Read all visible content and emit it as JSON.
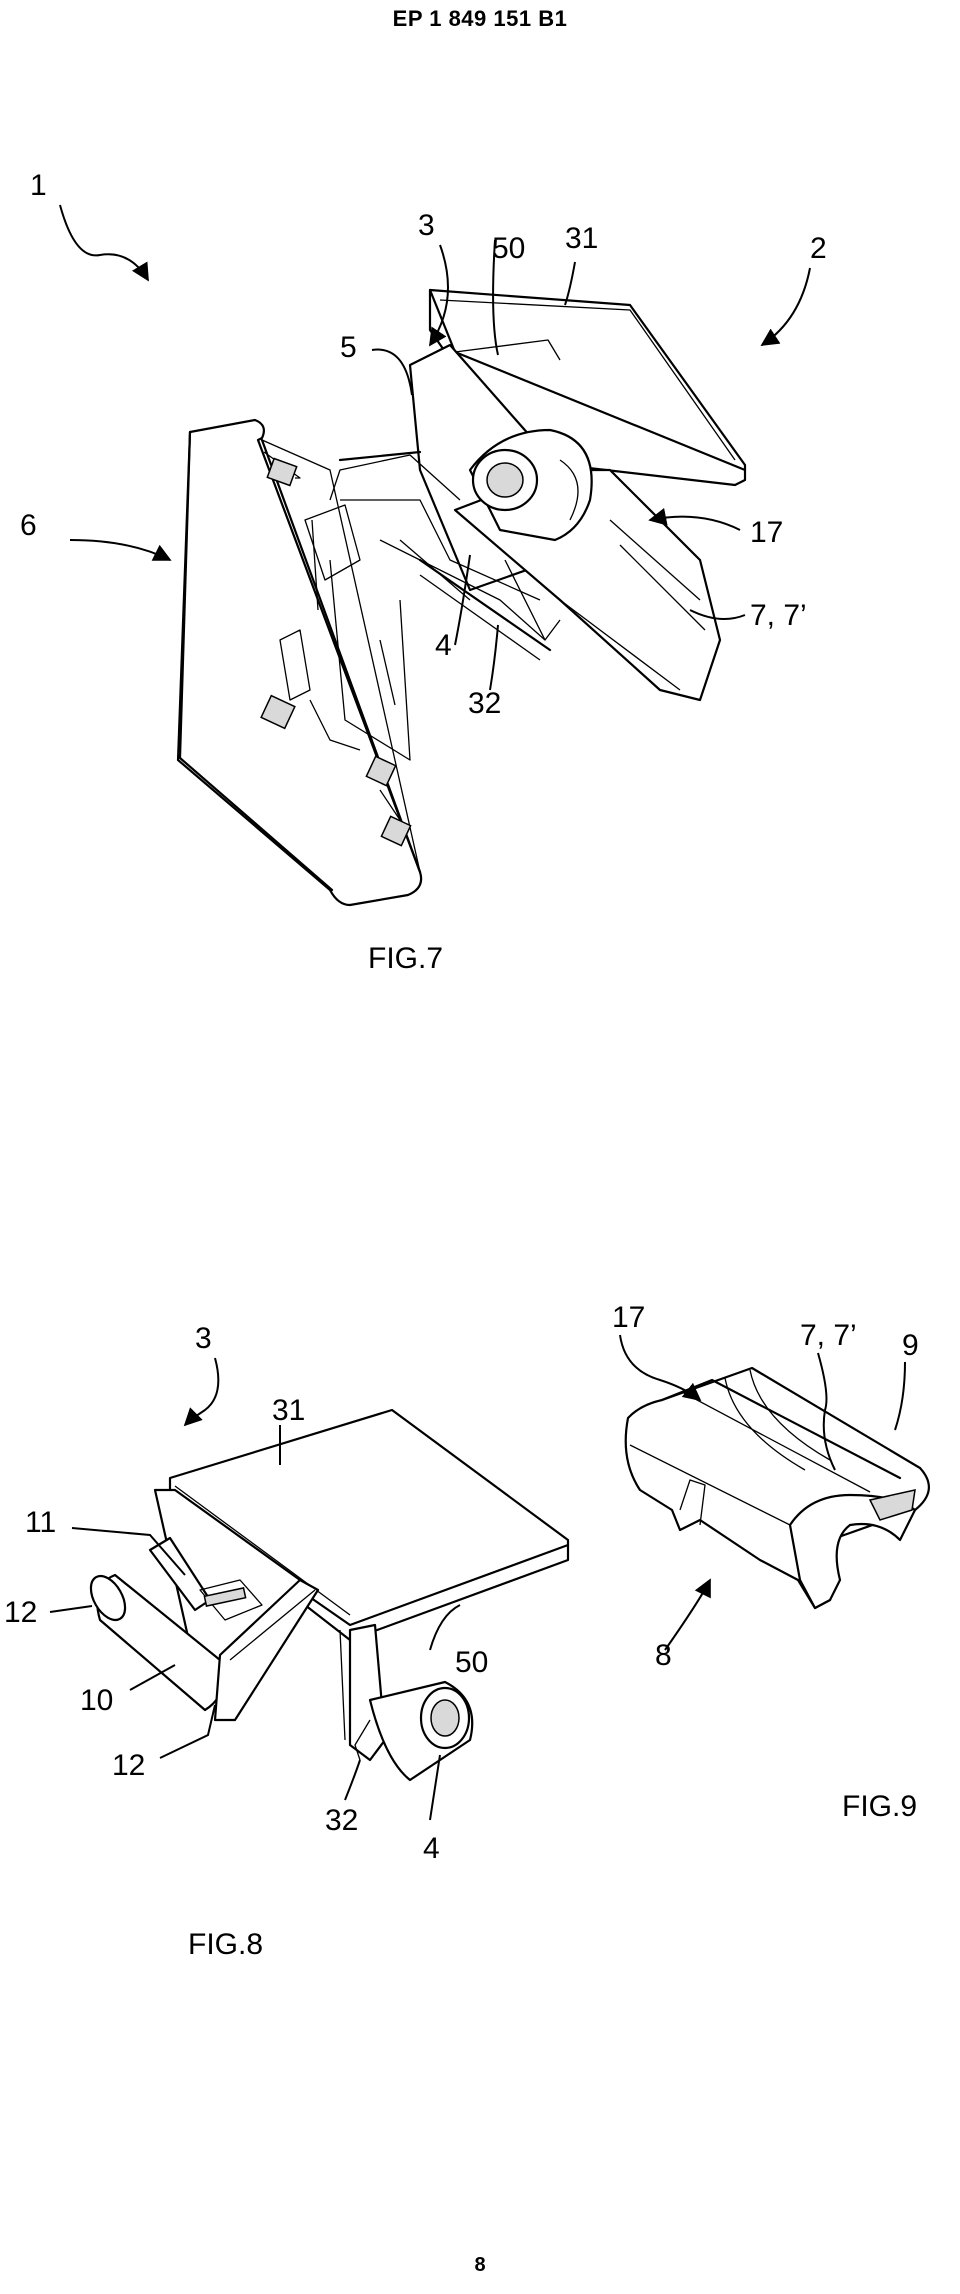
{
  "header": {
    "patent_number": "EP 1 849 151 B1"
  },
  "figures": {
    "fig7": {
      "caption": "FIG.7",
      "labels": {
        "l1": "1",
        "l2": "2",
        "l3": "3",
        "l50": "50",
        "l31": "31",
        "l5": "5",
        "l6": "6",
        "l17": "17",
        "l4": "4",
        "l77": "7, 7’",
        "l32": "32"
      }
    },
    "fig8": {
      "caption": "FIG.8",
      "labels": {
        "l3": "3",
        "l31": "31",
        "l11": "11",
        "l12a": "12",
        "l10": "10",
        "l12b": "12",
        "l50": "50",
        "l32": "32",
        "l4": "4"
      }
    },
    "fig9": {
      "caption": "FIG.9",
      "labels": {
        "l17": "17",
        "l77": "7, 7’",
        "l9": "9",
        "l8": "8"
      }
    }
  },
  "page": {
    "number": "8"
  }
}
